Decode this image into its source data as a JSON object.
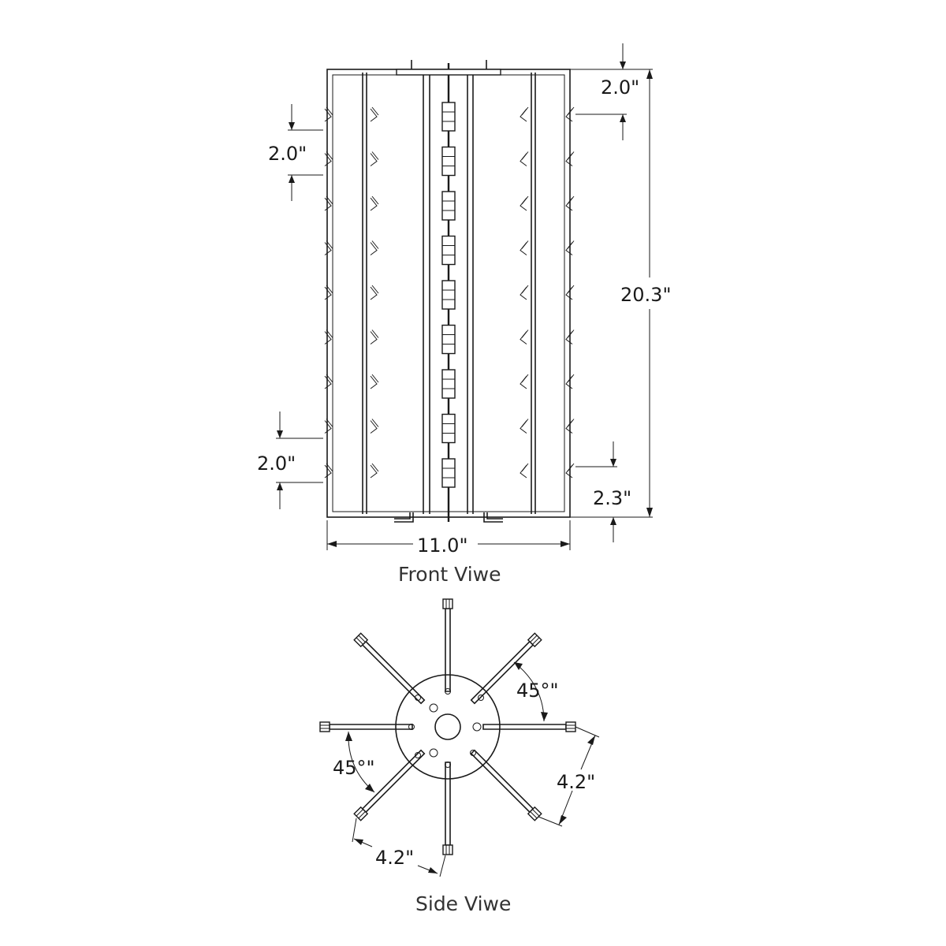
{
  "front_view": {
    "caption": "Front Viwe",
    "dims": {
      "top_offset": "2.0\"",
      "height": "20.3\"",
      "left_spacing_top": "2.0\"",
      "left_spacing_bottom": "2.0\"",
      "bottom_offset": "2.3\"",
      "width": "11.0\""
    }
  },
  "side_view": {
    "caption": "Side Viwe",
    "dims": {
      "angle_right": "45°\"",
      "angle_left": "45°\"",
      "span_right": "4.2\"",
      "span_bottom": "4.2\""
    }
  }
}
